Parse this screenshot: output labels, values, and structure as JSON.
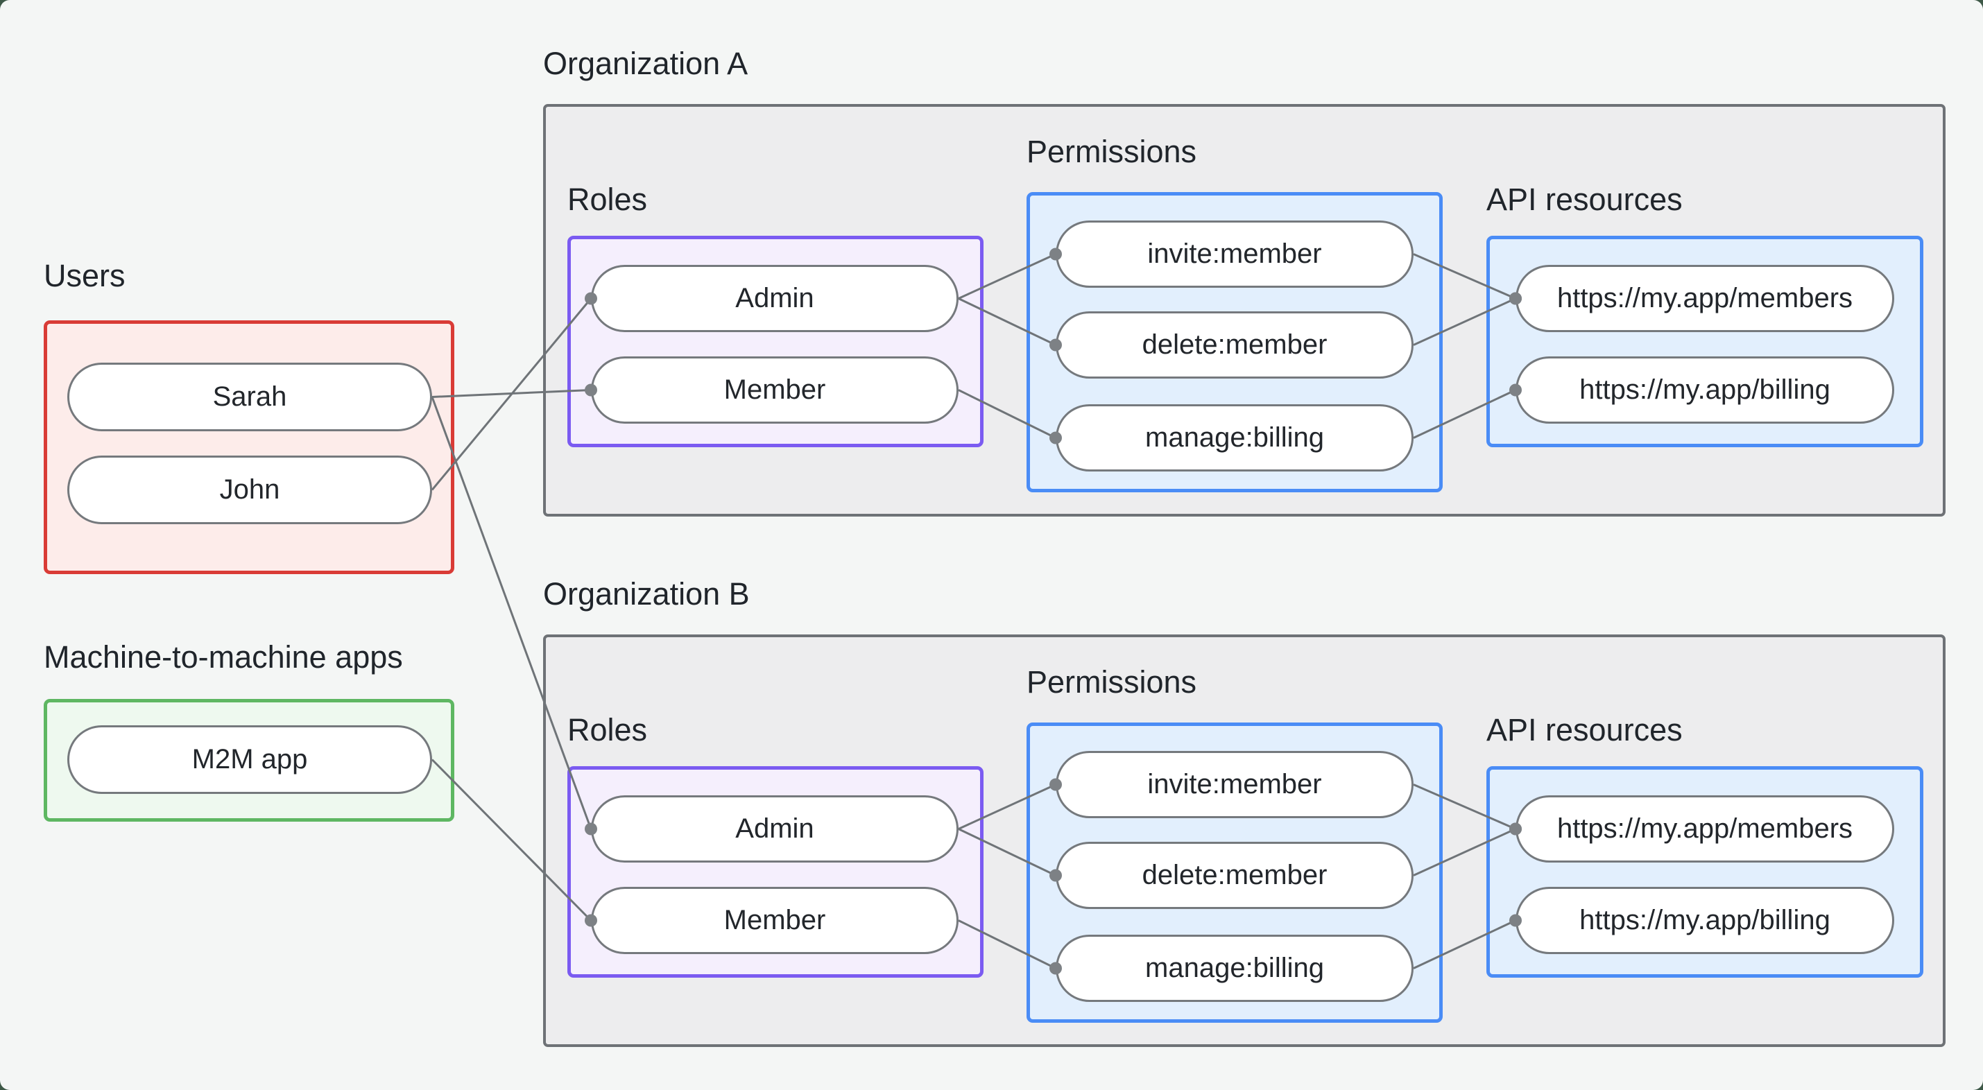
{
  "canvas": {
    "background": "#f4f6f5",
    "outer_background": "#3d5847"
  },
  "groups": {
    "users": {
      "label": "Users",
      "border": "#d93b36",
      "fill": "#fdecea"
    },
    "m2m": {
      "label": "Machine-to-machine apps",
      "border": "#5eb762",
      "fill": "#eef9ef"
    },
    "org_a": {
      "label": "Organization A",
      "border": "#6e7276",
      "fill": "#ededee",
      "roles": {
        "label": "Roles",
        "border": "#7b5bf1",
        "fill": "#f5effd"
      },
      "permissions": {
        "label": "Permissions",
        "border": "#4a8cf6",
        "fill": "#e2effd"
      },
      "api": {
        "label": "API resources",
        "border": "#4a8cf6",
        "fill": "#e2effd"
      }
    },
    "org_b": {
      "label": "Organization B",
      "border": "#6e7276",
      "fill": "#ededee",
      "roles": {
        "label": "Roles",
        "border": "#7b5bf1",
        "fill": "#f5effd"
      },
      "permissions": {
        "label": "Permissions",
        "border": "#4a8cf6",
        "fill": "#e2effd"
      },
      "api": {
        "label": "API resources",
        "border": "#4a8cf6",
        "fill": "#e2effd"
      }
    }
  },
  "nodes": {
    "sarah": "Sarah",
    "john": "John",
    "m2m_app": "M2M app",
    "a_admin": "Admin",
    "a_member": "Member",
    "a_invite": "invite:member",
    "a_delete": "delete:member",
    "a_manage": "manage:billing",
    "a_members": "https://my.app/members",
    "a_billing": "https://my.app/billing",
    "b_admin": "Admin",
    "b_member": "Member",
    "b_invite": "invite:member",
    "b_delete": "delete:member",
    "b_manage": "manage:billing",
    "b_members": "https://my.app/members",
    "b_billing": "https://my.app/billing"
  },
  "edges": [
    {
      "from": "sarah",
      "to": "a_member"
    },
    {
      "from": "john",
      "to": "a_admin"
    },
    {
      "from": "sarah",
      "to": "b_admin"
    },
    {
      "from": "m2m_app",
      "to": "b_member"
    },
    {
      "from": "a_admin",
      "to": "a_invite"
    },
    {
      "from": "a_admin",
      "to": "a_delete"
    },
    {
      "from": "a_member",
      "to": "a_manage"
    },
    {
      "from": "a_invite",
      "to": "a_members"
    },
    {
      "from": "a_delete",
      "to": "a_members"
    },
    {
      "from": "a_manage",
      "to": "a_billing"
    },
    {
      "from": "b_admin",
      "to": "b_invite"
    },
    {
      "from": "b_admin",
      "to": "b_delete"
    },
    {
      "from": "b_member",
      "to": "b_manage"
    },
    {
      "from": "b_invite",
      "to": "b_members"
    },
    {
      "from": "b_delete",
      "to": "b_members"
    },
    {
      "from": "b_manage",
      "to": "b_billing"
    }
  ],
  "edge_style": {
    "stroke": "#6f7478",
    "width": 3,
    "dot_color": "#7d8185",
    "dot_radius": 9
  },
  "node_style": {
    "fill": "#ffffff",
    "border": "#75797d",
    "text": "#22262b"
  }
}
